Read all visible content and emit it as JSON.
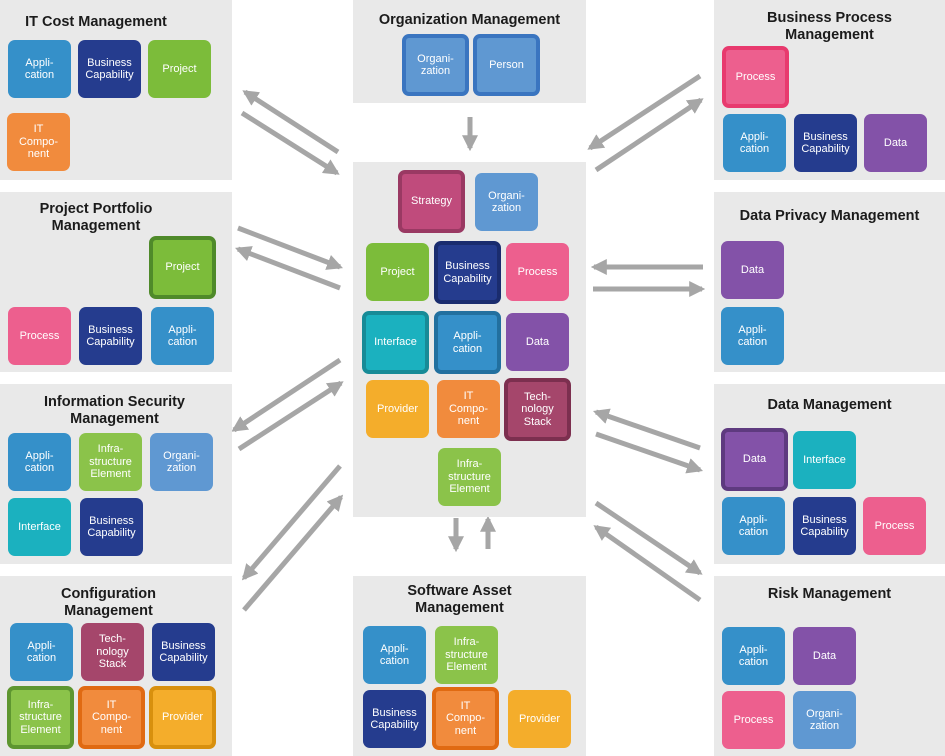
{
  "panels": {
    "it_cost": {
      "title": "IT Cost Management",
      "tiles": [
        "Appli-\ncation",
        "Business\nCapability",
        "Project",
        "IT\nCompo-\nnent"
      ]
    },
    "org_mgmt": {
      "title": "Organization Management",
      "tiles": [
        "Organi-\nzation",
        "Person"
      ]
    },
    "bpm": {
      "title": "Business Process\nManagement",
      "tiles": [
        "Process",
        "Appli-\ncation",
        "Business\nCapability",
        "Data"
      ]
    },
    "ppm": {
      "title": "Project Portfolio\nManagement",
      "tiles": [
        "Project",
        "Process",
        "Business\nCapability",
        "Appli-\ncation"
      ]
    },
    "center": {
      "tiles": [
        "Strategy",
        "Organi-\nzation",
        "Project",
        "Business\nCapability",
        "Process",
        "Interface",
        "Appli-\ncation",
        "Data",
        "Provider",
        "IT\nCompo-\nnent",
        "Tech-\nnology\nStack",
        "Infra-\nstructure\nElement"
      ]
    },
    "dpm": {
      "title": "Data Privacy Management",
      "tiles": [
        "Data",
        "Appli-\ncation"
      ]
    },
    "ism": {
      "title": "Information Security\nManagement",
      "tiles": [
        "Appli-\ncation",
        "Infra-\nstructure\nElement",
        "Organi-\nzation",
        "Interface",
        "Business\nCapability"
      ]
    },
    "dm": {
      "title": "Data Management",
      "tiles": [
        "Data",
        "Interface",
        "Appli-\ncation",
        "Business\nCapability",
        "Process"
      ]
    },
    "cm": {
      "title": "Configuration\nManagement",
      "tiles": [
        "Appli-\ncation",
        "Tech-\nnology\nStack",
        "Business\nCapability",
        "Infra-\nstructure\nElement",
        "IT\nCompo-\nnent",
        "Provider"
      ]
    },
    "sam": {
      "title": "Software Asset\nManagement",
      "tiles": [
        "Appli-\ncation",
        "Infra-\nstructure\nElement",
        "Business\nCapability",
        "IT\nCompo-\nnent",
        "Provider"
      ]
    },
    "risk": {
      "title": "Risk Management",
      "tiles": [
        "Appli-\ncation",
        "Data",
        "Process",
        "Organi-\nzation"
      ]
    }
  },
  "colors": {
    "application": "#3590c9",
    "business_capability": "#253c8e",
    "project": "#7cbc3a",
    "it_component": "#f18b3d",
    "organization": "#5f98d2",
    "process": "#ed5f8e",
    "data": "#8352a8",
    "strategy": "#c04b7c",
    "interface": "#1bb1bf",
    "provider": "#f4ad2b",
    "technology_stack": "#a5466b",
    "infrastructure_element": "#8bc34a",
    "arrow": "#a6a6a6",
    "panel_background": "#e9e9e9"
  }
}
